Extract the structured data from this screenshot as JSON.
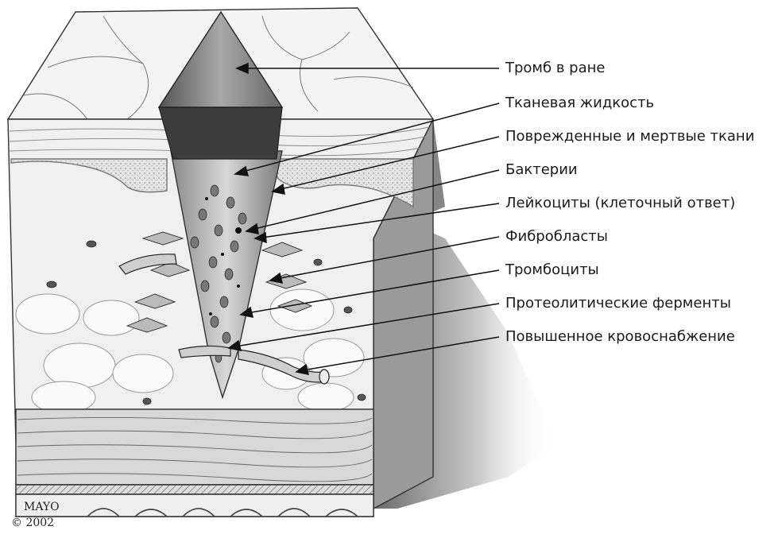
{
  "labels": [
    "Тромб в ране",
    "Тканевая жидкость",
    "Поврежденные и мертвые ткани",
    "Бактерии",
    "Лейкоциты (клеточный ответ)",
    "Фибробласты",
    "Тромбоциты",
    "Протеолитические ферменты",
    "Повышенное кровоснабжение"
  ],
  "credit": {
    "line1": "MAYO",
    "line2": "© 2002"
  }
}
